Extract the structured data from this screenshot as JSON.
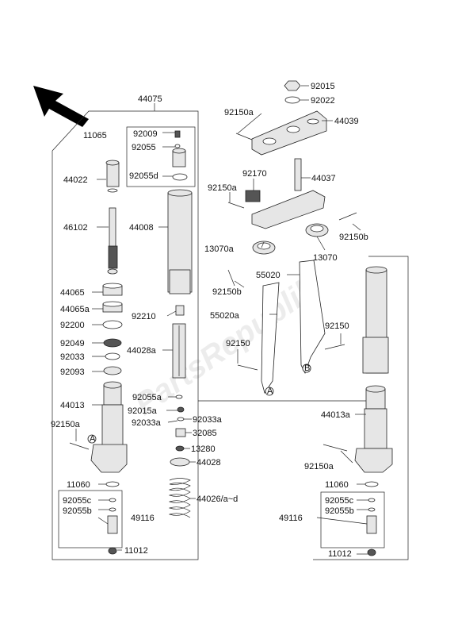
{
  "watermark": "PartsRepublik",
  "labels": {
    "44075": "44075",
    "11065": "11065",
    "92009": "92009",
    "92055": "92055",
    "92055d": "92055d",
    "44022": "44022",
    "46102": "46102",
    "44008": "44008",
    "44065": "44065",
    "44065a": "44065a",
    "92200": "92200",
    "92210": "92210",
    "92049": "92049",
    "44028a": "44028a",
    "92033": "92033",
    "92093": "92093",
    "92055a": "92055a",
    "92015a": "92015a",
    "92033a_r": "92033a",
    "92033a_l": "92033a",
    "44013": "44013",
    "32085": "32085",
    "92150a_l": "92150a",
    "13280": "13280",
    "44028": "44028",
    "11060_l": "11060",
    "44026": "44026/a~d",
    "92055c_l": "92055c",
    "92055b_l": "92055b",
    "49116_l": "49116",
    "11012_l": "11012",
    "92015": "92015",
    "92022": "92022",
    "92150a_t": "92150a",
    "44039": "44039",
    "92170": "92170",
    "44037": "44037",
    "92150a_m": "92150a",
    "92150b_r": "92150b",
    "13070a": "13070a",
    "13070": "13070",
    "55020": "55020",
    "92150b_m": "92150b",
    "55020a": "55020a",
    "92150_r": "92150",
    "92150_m": "92150",
    "44013a": "44013a",
    "92150a_r": "92150a",
    "11060_r": "11060",
    "92055c_r": "92055c",
    "92055b_r": "92055b",
    "49116_r": "49116",
    "11012_r": "11012",
    "marker_a": "A",
    "marker_b": "B"
  },
  "icons": {
    "arrow": "front-direction-arrow-icon"
  }
}
